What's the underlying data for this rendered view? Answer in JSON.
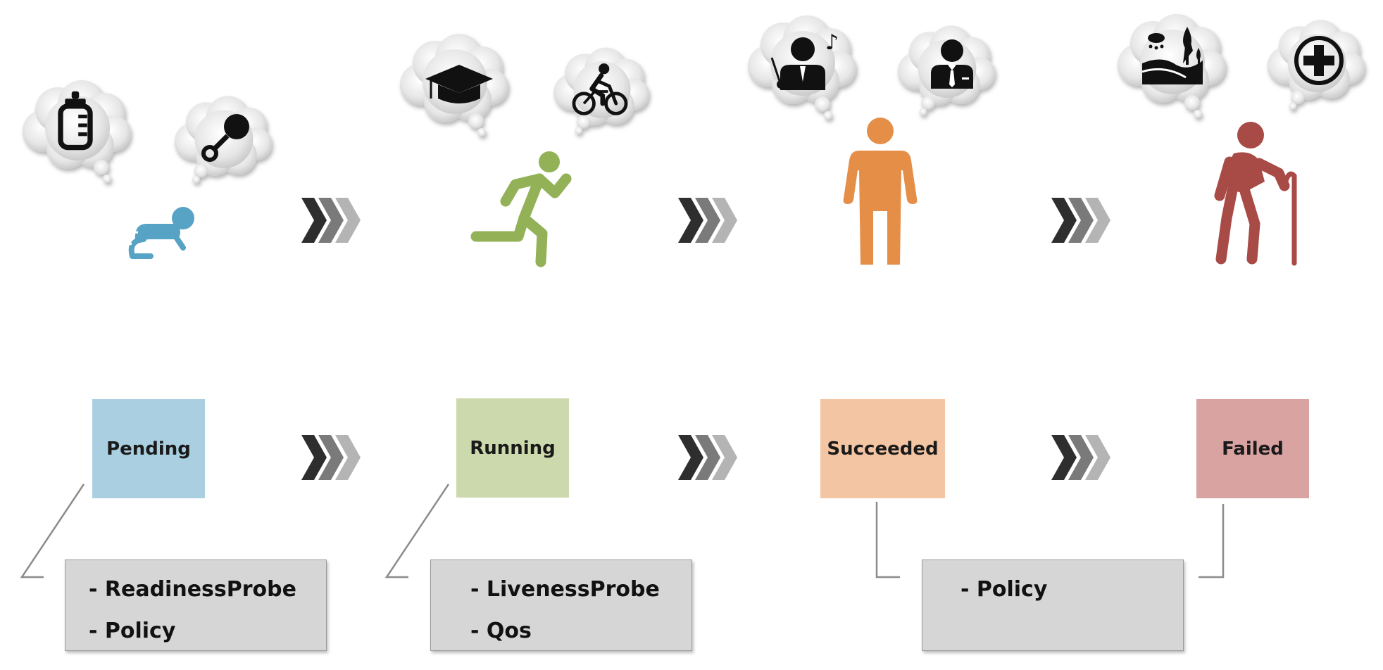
{
  "colors": {
    "infant": "#57a3c5",
    "youth": "#93b257",
    "adult": "#e58e48",
    "elder": "#a84a45",
    "pending_box": "#a9cfe0",
    "running_box": "#ccd9ac",
    "succeeded_box": "#f4c5a2",
    "failed_box": "#d8a3a1",
    "note_bg": "#d6d6d6"
  },
  "icons": {
    "infant_thoughts": [
      "baby-bottle-icon",
      "rattle-icon"
    ],
    "youth_thoughts": [
      "graduation-cap-icon",
      "cyclist-icon"
    ],
    "adult_thoughts": [
      "singer-icon",
      "businessman-icon"
    ],
    "elder_thoughts": [
      "landscape-icon",
      "medical-cross-icon"
    ],
    "figures": [
      "crawling-baby-icon",
      "running-person-icon",
      "standing-person-icon",
      "elderly-person-icon"
    ],
    "arrows": "chevron-arrow-icon"
  },
  "phases": [
    {
      "label": "Pending"
    },
    {
      "label": "Running"
    },
    {
      "label": "Succeeded"
    },
    {
      "label": "Failed"
    }
  ],
  "notes": {
    "pending": [
      "- ReadinessProbe",
      "- Policy"
    ],
    "running": [
      "- LivenessProbe",
      "- Qos"
    ],
    "end": [
      "- Policy"
    ]
  }
}
